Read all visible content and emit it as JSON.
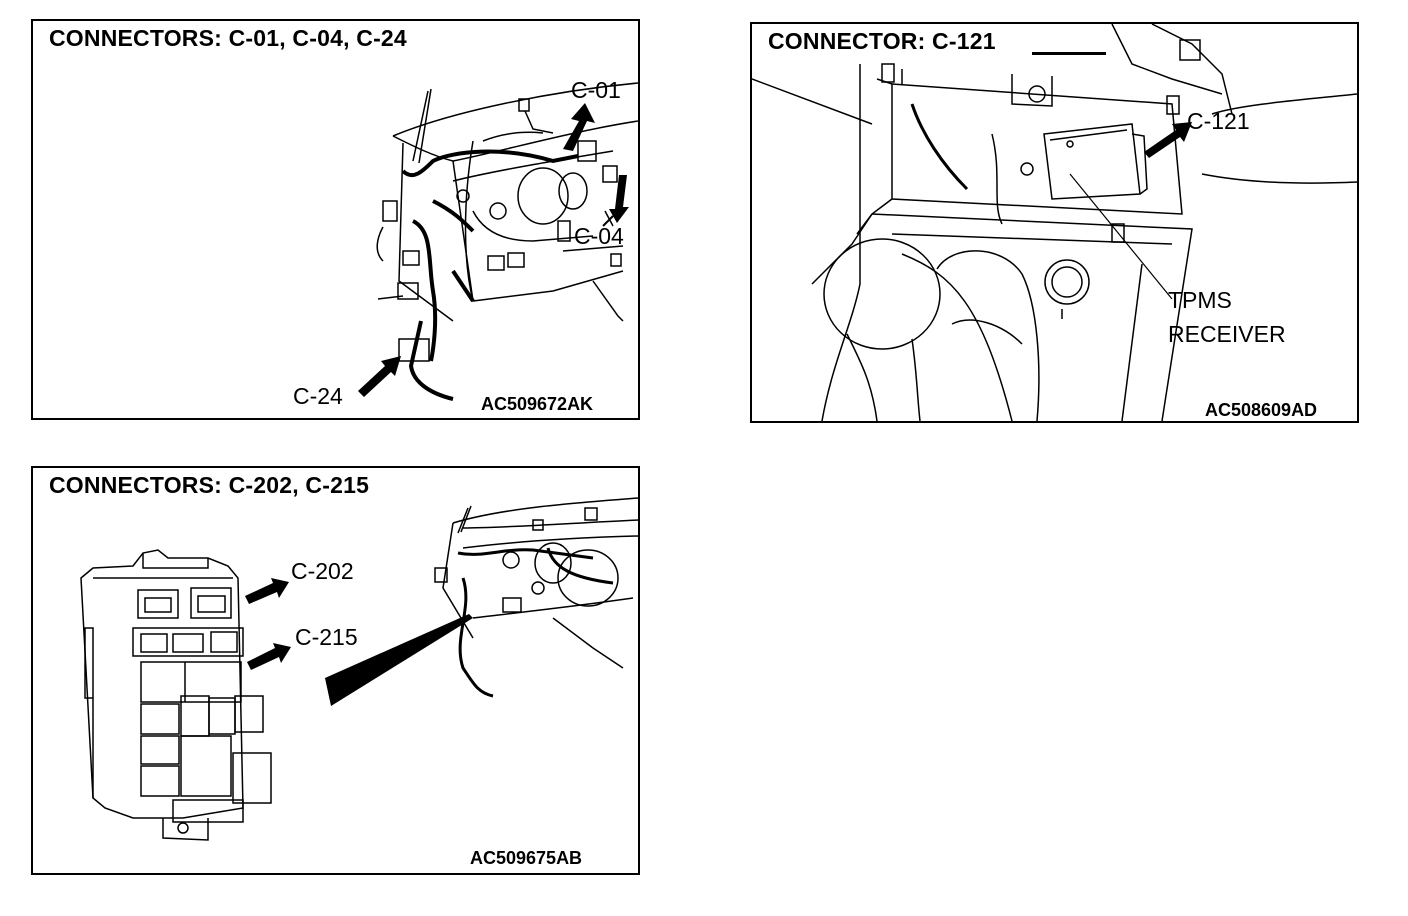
{
  "panels": [
    {
      "title": "CONNECTORS: C-01, C-04, C-24",
      "code": "AC509672AK",
      "labels": {
        "c01": "C-01",
        "c04": "C-04",
        "c24": "C-24"
      }
    },
    {
      "title": "CONNECTOR: C-121",
      "code": "AC508609AD",
      "labels": {
        "c121": "C-121",
        "receiver_line1": "TPMS",
        "receiver_line2": "RECEIVER"
      }
    },
    {
      "title": "CONNECTORS: C-202, C-215",
      "code": "AC509675AB",
      "labels": {
        "c202": "C-202",
        "c215": "C-215"
      }
    }
  ]
}
